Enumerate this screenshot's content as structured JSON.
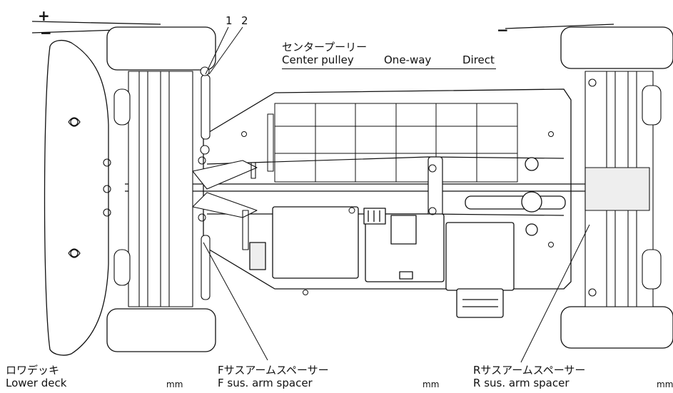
{
  "signs": {
    "plus": "+",
    "minus_front": "−",
    "minus_rear": "−"
  },
  "numbers": [
    "1",
    "2"
  ],
  "center_pulley": {
    "jp": "センタープーリー",
    "en": "Center pulley",
    "options": [
      "One-way",
      "Direct"
    ]
  },
  "labels": {
    "lower_deck": {
      "jp": "ロワデッキ",
      "en": "Lower deck",
      "unit": "mm"
    },
    "f_spacer": {
      "jp": "Fサスアームスペーサー",
      "en": "F sus. arm spacer",
      "unit": "mm"
    },
    "r_spacer": {
      "jp": "Rサスアームスペーサー",
      "en": "R sus. arm spacer",
      "unit": "mm"
    }
  },
  "colors": {
    "line": "#111111",
    "fill_light": "#f2f2f2",
    "fill_mid": "#d9d9d9"
  }
}
